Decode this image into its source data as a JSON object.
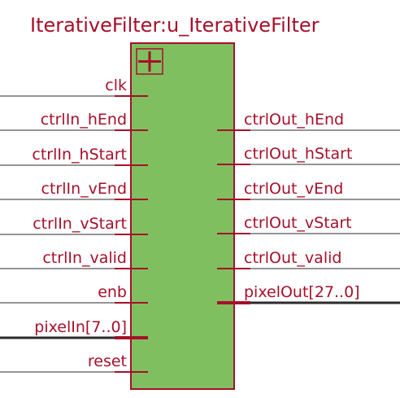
{
  "instance_title": "IterativeFilter:u_IterativeFilter",
  "colors": {
    "accent": "#a5102a",
    "block_fill": "#7fbf5f",
    "wire": "#2b2b2b"
  },
  "expand_icon": "plus-icon",
  "inputs": [
    {
      "name": "clk",
      "bus": false
    },
    {
      "name": "ctrlIn_hEnd",
      "bus": false
    },
    {
      "name": "ctrlIn_hStart",
      "bus": false
    },
    {
      "name": "ctrlIn_vEnd",
      "bus": false
    },
    {
      "name": "ctrlIn_vStart",
      "bus": false
    },
    {
      "name": "ctrlIn_valid",
      "bus": false
    },
    {
      "name": "enb",
      "bus": false
    },
    {
      "name": "pixelIn[7..0]",
      "bus": true
    },
    {
      "name": "reset",
      "bus": false
    }
  ],
  "outputs": [
    {
      "name": "ctrlOut_hEnd",
      "bus": false
    },
    {
      "name": "ctrlOut_hStart",
      "bus": false
    },
    {
      "name": "ctrlOut_vEnd",
      "bus": false
    },
    {
      "name": "ctrlOut_vStart",
      "bus": false
    },
    {
      "name": "ctrlOut_valid",
      "bus": false
    },
    {
      "name": "pixelOut[27..0]",
      "bus": true
    }
  ]
}
